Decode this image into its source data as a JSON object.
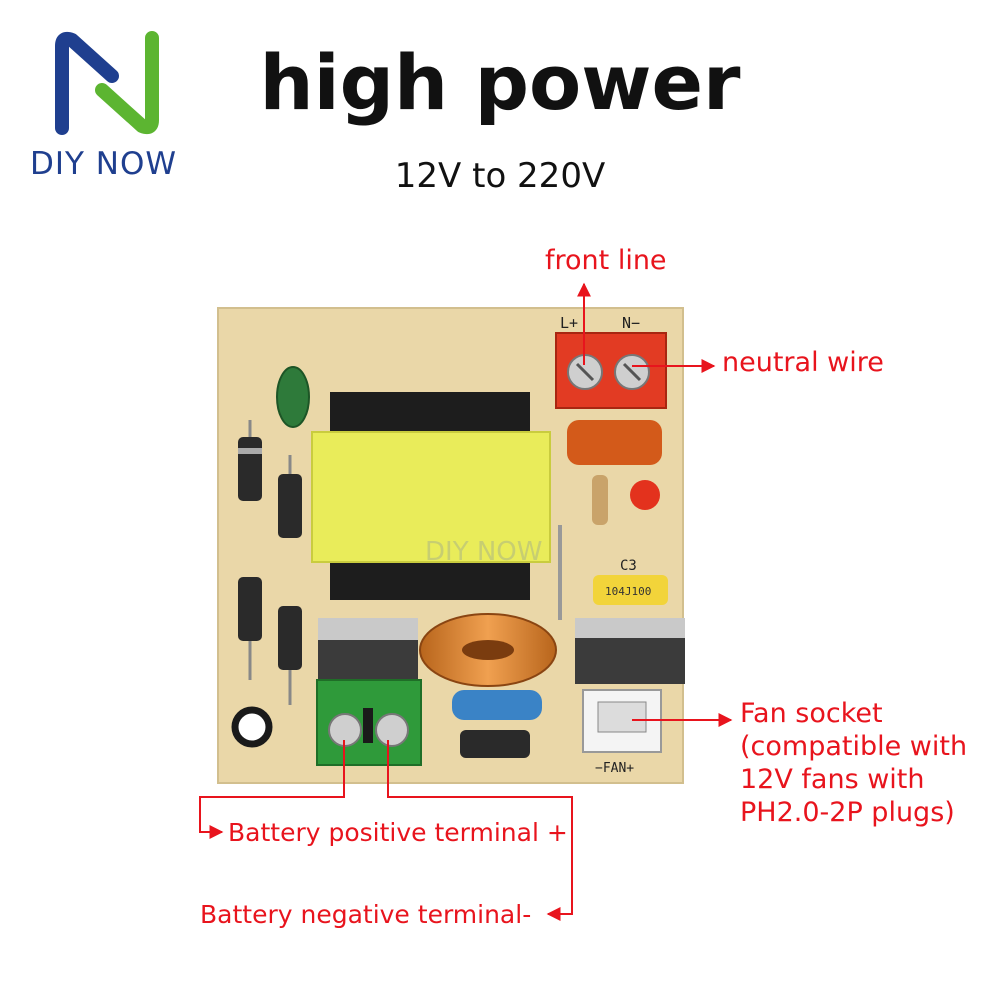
{
  "brand": {
    "name": "DIY NOW",
    "colors": {
      "blue": "#1f3f8f",
      "green": "#5cb531"
    }
  },
  "header": {
    "title": "high power",
    "subtitle": "12V to 220V"
  },
  "labels": {
    "front_line": "front line",
    "neutral_wire": "neutral wire",
    "fan_socket": "Fan socket (compatible with 12V fans with PH2.0-2P plugs)",
    "battery_positive": "Battery positive terminal +",
    "battery_negative": "Battery negative terminal-"
  },
  "board_markings": {
    "l_plus": "L+",
    "n_minus": "N−",
    "c3": "C3",
    "cap_code": "104J100",
    "fan": "−FAN+",
    "watermark": "DIY NOW"
  },
  "accent_color": "#e8141d"
}
